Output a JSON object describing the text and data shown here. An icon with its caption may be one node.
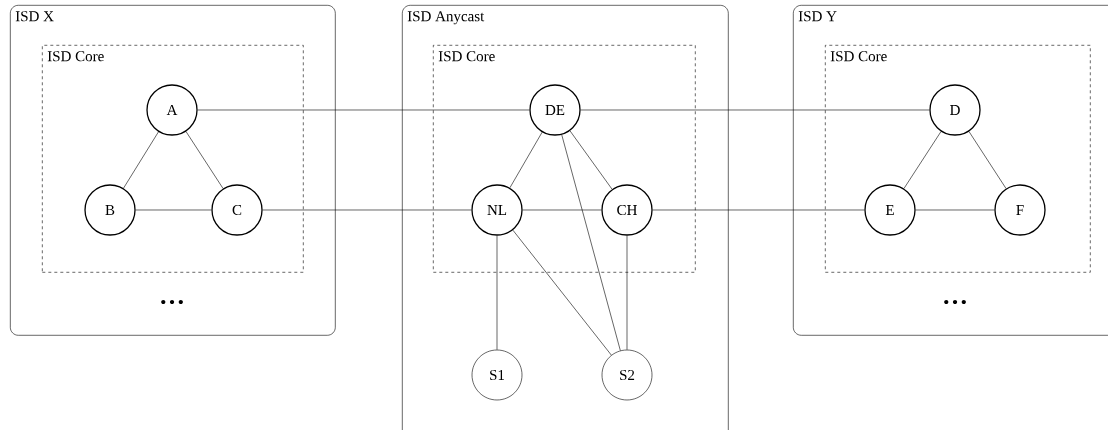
{
  "diagram": {
    "nodes": [
      {
        "text": [
          "ISD X"
        ]
      },
      {
        "text": [
          "ISD Core"
        ],
        "in": 0
      },
      {
        "text": [
          "A"
        ],
        "in": 1
      },
      {
        "text": [
          "B"
        ],
        "in": 1
      },
      {
        "text": [
          "C"
        ],
        "in": 1
      },
      {
        "text": [
          "ISD Anycast"
        ]
      },
      {
        "text": [
          "ISD Core"
        ],
        "in": 5
      },
      {
        "text": [
          "DE"
        ],
        "in": 6
      },
      {
        "text": [
          "NL"
        ],
        "in": 6
      },
      {
        "text": [
          "CH"
        ],
        "in": 6
      },
      {
        "text": [
          "S1"
        ],
        "in": 5
      },
      {
        "text": [
          "S2"
        ],
        "in": 5
      },
      {
        "text": [
          "ISD Y"
        ]
      },
      {
        "text": [
          "ISD Core"
        ],
        "in": 12
      },
      {
        "text": [
          "D"
        ],
        "in": 13
      },
      {
        "text": [
          "E"
        ],
        "in": 13
      },
      {
        "text": [
          "F"
        ],
        "in": 13
      }
    ],
    "edges": [
      {
        "from": 2,
        "to": 3,
        "arrow": "none"
      },
      {
        "from": 2,
        "to": 4,
        "arrow": "none"
      },
      {
        "from": 3,
        "to": 4,
        "arrow": "none"
      },
      {
        "from": 2,
        "to": 7,
        "arrow": "none"
      },
      {
        "from": 4,
        "to": 8,
        "arrow": "none"
      },
      {
        "from": 7,
        "to": 8,
        "arrow": "none"
      },
      {
        "from": 7,
        "to": 9,
        "arrow": "none"
      },
      {
        "from": 8,
        "to": 9,
        "arrow": "none"
      },
      {
        "from": 7,
        "to": 11,
        "arrow": "none"
      },
      {
        "from": 8,
        "to": 10,
        "arrow": "none"
      },
      {
        "from": 8,
        "to": 11,
        "arrow": "none"
      },
      {
        "from": 9,
        "to": 11,
        "arrow": "none"
      },
      {
        "from": 7,
        "to": 14,
        "arrow": "none"
      },
      {
        "from": 9,
        "to": 15,
        "arrow": "none"
      },
      {
        "from": 14,
        "to": 15,
        "arrow": "none"
      },
      {
        "from": 14,
        "to": 16,
        "arrow": "none"
      },
      {
        "from": 15,
        "to": 16,
        "arrow": "none"
      }
    ],
    "labels": [
      "…",
      "…"
    ]
  }
}
